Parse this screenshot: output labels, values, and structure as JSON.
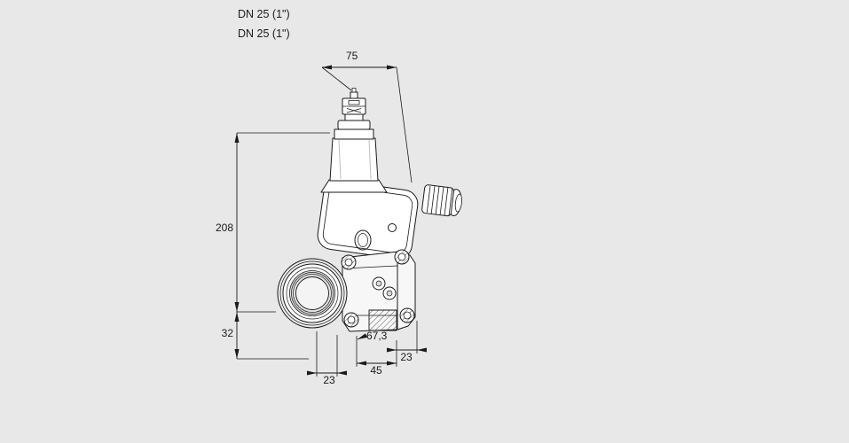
{
  "drawing": {
    "colors": {
      "background": "#e8e8e8",
      "line": "#1a1a1a",
      "fill_white": "#ffffff",
      "fill_light": "#ededed"
    },
    "labels": {
      "dn_line1": "DN 25 (1\")",
      "dn_line2": "DN 25 (1\")"
    },
    "dims": {
      "width_75": "75",
      "height_208": "208",
      "offset_32": "32",
      "depth_67_3": "67,3",
      "bottom_left_23": "23",
      "bottom_center_45": "45",
      "bottom_right_23": "23"
    }
  }
}
